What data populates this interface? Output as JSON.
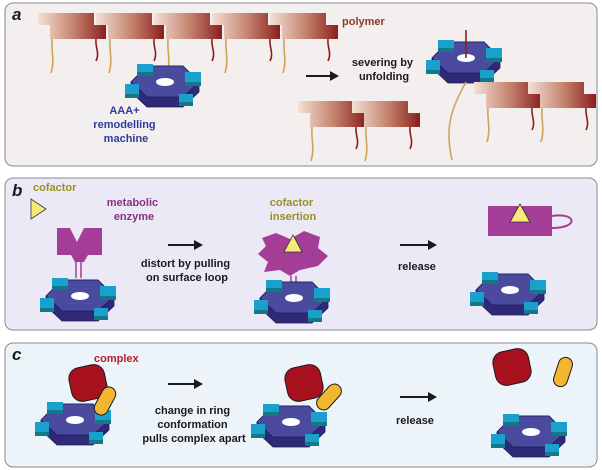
{
  "colors": {
    "panel_a_bg": "#f3efee",
    "panel_b_bg": "#ece9f6",
    "panel_c_bg": "#ecf4f9",
    "panel_border": "#8a8a8a",
    "ring_top": "#4a4a9e",
    "ring_side": "#2e2a78",
    "ring_edge": "#1e1a55",
    "subunit_cyan": "#1aa0cc",
    "subunit_teal": "#107a8a",
    "polymer_dark": "#8a1e1e",
    "polymer_light": "#f3e1d6",
    "polymer_tail": "#d0a35a",
    "enzyme_purple": "#a33d95",
    "cofactor_yellow": "#f6ea78",
    "complex_red": "#a8121e",
    "complex_yellow": "#f3b72f",
    "label_olive": "#9a8e24",
    "label_blue": "#2e3c9a",
    "label_purple": "#8b2f82",
    "label_red": "#b51f2a",
    "label_brown": "#8a3a22"
  },
  "panel_a": {
    "letter": "a",
    "polymer_label": "polymer",
    "machine_label": [
      "AAA+",
      "remodelling",
      "machine"
    ],
    "process_label": [
      "severing by",
      "unfolding"
    ]
  },
  "panel_b": {
    "letter": "b",
    "cofactor_label": "cofactor",
    "enzyme_label": [
      "metabolic",
      "enzyme"
    ],
    "process_label": [
      "distort by pulling",
      "on surface loop"
    ],
    "insertion_label": [
      "cofactor",
      "insertion"
    ],
    "release_label": "release"
  },
  "panel_c": {
    "letter": "c",
    "complex_label": "complex",
    "process_label": [
      "change in ring",
      "conformation",
      "pulls complex apart"
    ],
    "release_label": "release"
  }
}
